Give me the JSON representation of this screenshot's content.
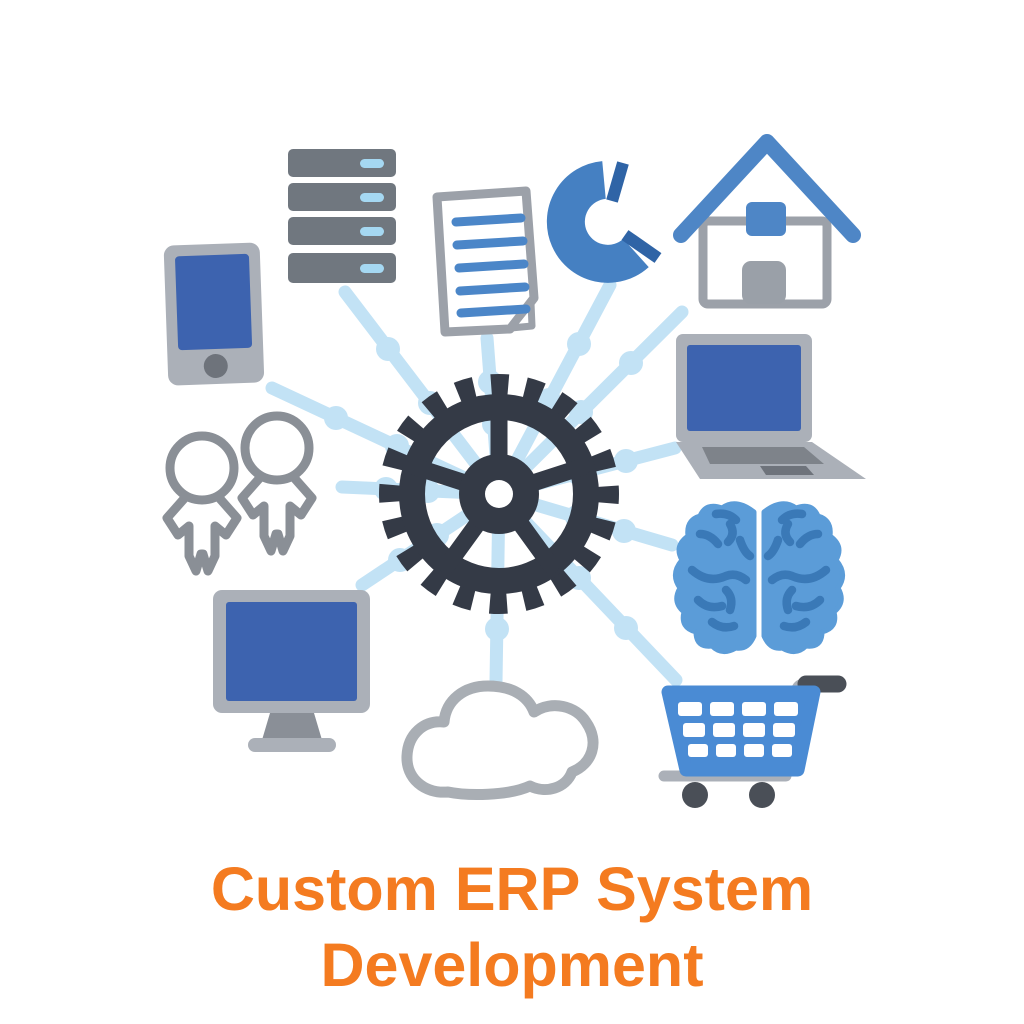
{
  "title": {
    "line1": "Custom ERP System",
    "line2": "Development",
    "full_text": "Custom ERP System Development",
    "color": "#F47B20"
  },
  "diagram": {
    "center_icon": "gear",
    "node_icons": [
      "server-rack",
      "document",
      "phone-handset",
      "house",
      "laptop",
      "brain",
      "shopping-cart",
      "cloud",
      "monitor",
      "people",
      "smartphone"
    ],
    "connector_count": 11,
    "colors": {
      "gear_dark": "#343A46",
      "screen_blue": "#3D63AF",
      "mid_blue": "#4E86C6",
      "handset_blue": "#4580C2",
      "handset_stripe_blue": "#2F64A6",
      "brain_blue": "#5B9CD8",
      "brain_fold_blue": "#3A79B7",
      "cart_blue": "#4A8BD4",
      "link_light_blue": "#C2E2F5",
      "led_light_blue": "#A5D8F2",
      "frame_gray": "#ABB0B8",
      "outline_gray": "#9CA1A9",
      "people_gray": "#8A8F96",
      "server_gray": "#70777F",
      "keyboard_gray": "#7E838A",
      "dark_gray": "#4A4F57",
      "background": "#FFFFFF"
    }
  }
}
